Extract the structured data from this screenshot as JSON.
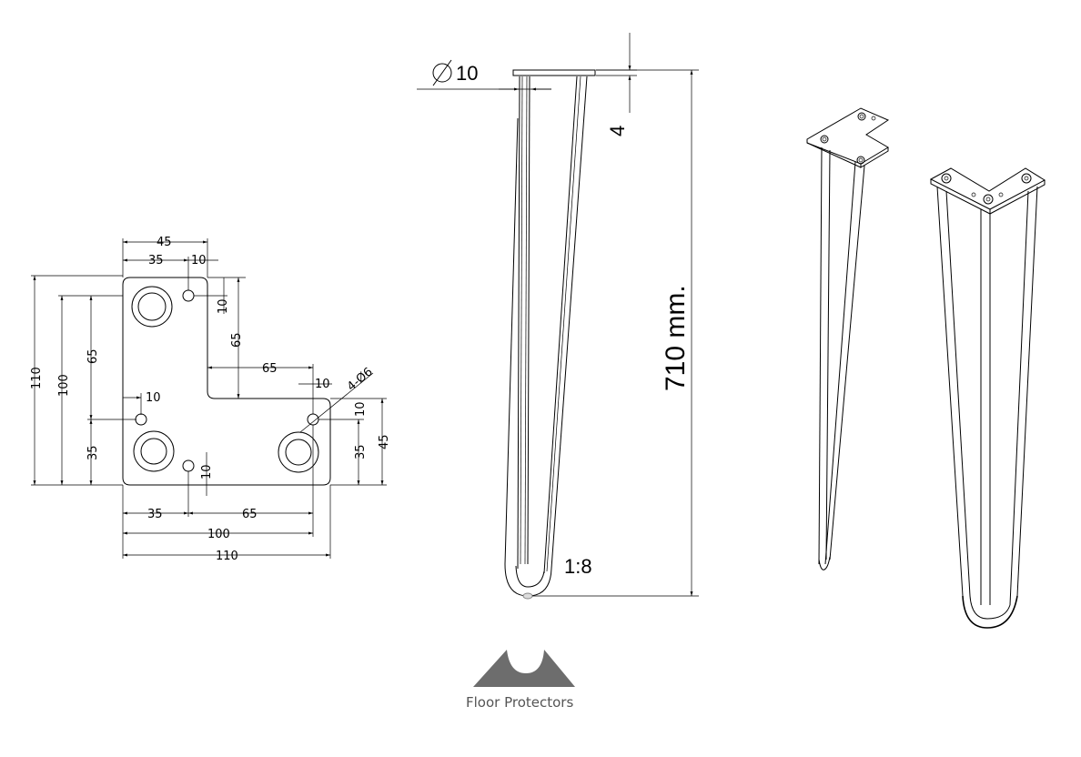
{
  "plate_dims": {
    "top_width": "45",
    "top_35": "35",
    "top_10": "10",
    "right_10": "10",
    "right_65": "65",
    "inner_65": "65",
    "hole_spacing_10_right": "10",
    "hole_label": "4-Ø6",
    "right_hole_10": "10",
    "right_35": "35",
    "right_45": "45",
    "left_110": "110",
    "left_100": "100",
    "left_65": "65",
    "left_35": "35",
    "left_hole_10": "10",
    "bottom_hole_10": "10",
    "bottom_35": "35",
    "bottom_65": "65",
    "bottom_100": "100",
    "bottom_110": "110"
  },
  "leg_dims": {
    "rod_diameter": "10",
    "plate_thickness": "4",
    "height": "710 mm.",
    "scale": "1:8"
  },
  "footer": {
    "caption": "Floor Protectors",
    "logo_color": "#6d6d6d"
  }
}
